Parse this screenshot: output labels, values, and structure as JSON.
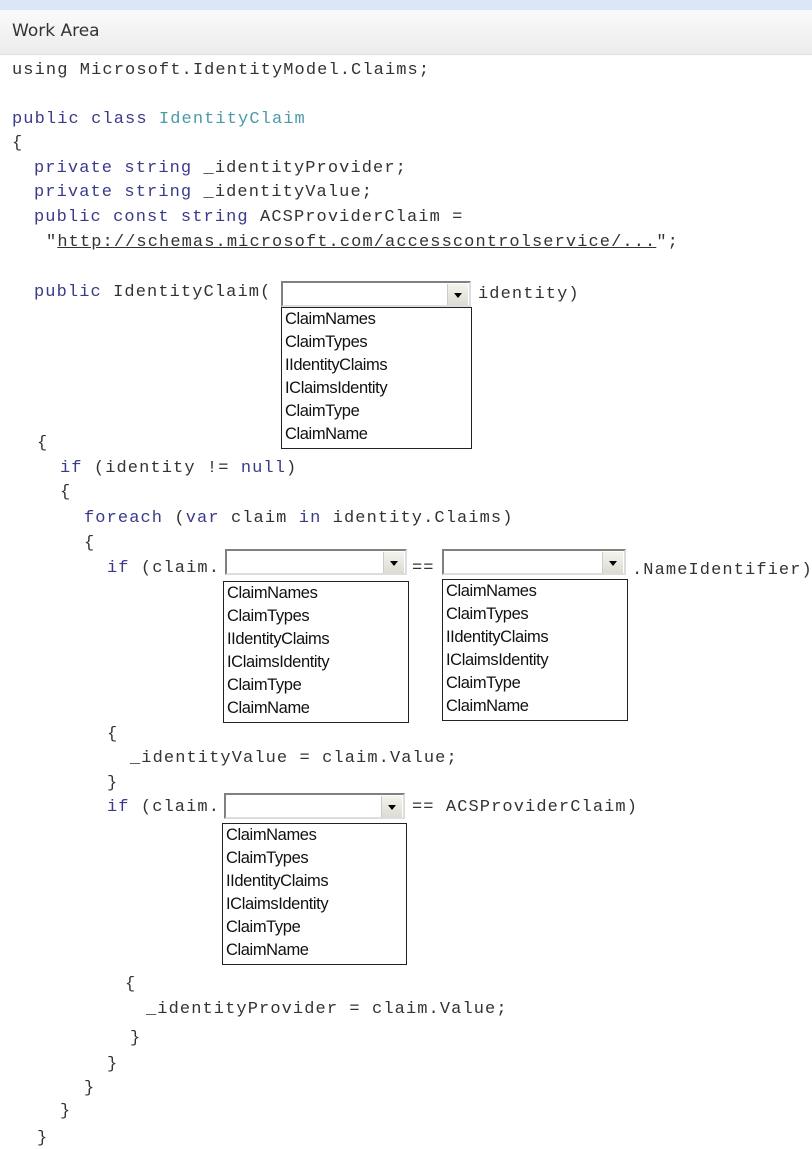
{
  "header": {
    "title": "Work Area"
  },
  "code": [
    [
      [
        "txt",
        "using Microsoft.IdentityModel.Claims;"
      ]
    ],
    [
      [
        "kw",
        "public class "
      ],
      [
        "cls",
        "IdentityClaim"
      ]
    ],
    [
      [
        "txt",
        "{"
      ]
    ],
    [
      [
        "kw",
        "private string "
      ],
      [
        "txt",
        "_identityProvider;"
      ]
    ],
    [
      [
        "kw",
        "private string "
      ],
      [
        "txt",
        "_identityValue;"
      ]
    ],
    [
      [
        "kw",
        "public const string "
      ],
      [
        "txt",
        "ACSProviderClaim ="
      ]
    ],
    [
      [
        "txt",
        "\""
      ],
      [
        "url",
        "http://schemas.microsoft.com/accesscontrolservice/..."
      ],
      [
        "txt",
        "\";"
      ]
    ],
    [
      [
        "kw",
        "public "
      ],
      [
        "txt",
        "IdentityClaim("
      ]
    ],
    [
      [
        "txt",
        "identity)"
      ]
    ],
    [
      [
        "txt",
        "{"
      ]
    ],
    [
      [
        "kw",
        "if "
      ],
      [
        "txt",
        "(identity != "
      ],
      [
        "kw",
        "null"
      ],
      [
        "txt",
        ")"
      ]
    ],
    [
      [
        "txt",
        "{"
      ]
    ],
    [
      [
        "kw",
        "foreach "
      ],
      [
        "txt",
        "("
      ],
      [
        "kw",
        "var "
      ],
      [
        "txt",
        "claim "
      ],
      [
        "kw",
        "in "
      ],
      [
        "txt",
        "identity.Claims)"
      ]
    ],
    [
      [
        "txt",
        "{"
      ]
    ],
    [
      [
        "kw",
        "if "
      ],
      [
        "txt",
        "(claim."
      ]
    ],
    [
      [
        "txt",
        "=="
      ]
    ],
    [
      [
        "txt",
        ".NameIdentifier)"
      ]
    ],
    [
      [
        "txt",
        "{"
      ]
    ],
    [
      [
        "txt",
        "_identityValue = claim.Value;"
      ]
    ],
    [
      [
        "txt",
        "}"
      ]
    ],
    [
      [
        "kw",
        "if "
      ],
      [
        "txt",
        "(claim."
      ]
    ],
    [
      [
        "txt",
        "== ACSProviderClaim)"
      ]
    ],
    [
      [
        "txt",
        "{"
      ]
    ],
    [
      [
        "txt",
        "_identityProvider = claim.Value;"
      ]
    ],
    [
      [
        "txt",
        "}"
      ]
    ],
    [
      [
        "txt",
        "}"
      ]
    ],
    [
      [
        "txt",
        "}"
      ]
    ],
    [
      [
        "txt",
        "}"
      ]
    ],
    [
      [
        "txt",
        "}"
      ]
    ]
  ],
  "dropdowns": [
    {
      "name": "identity-type-dropdown",
      "selected": "",
      "options": [
        "ClaimNames",
        "ClaimTypes",
        "IIdentityClaims",
        "IClaimsIdentity",
        "ClaimType",
        "ClaimName"
      ]
    },
    {
      "name": "claim-property-dropdown-1",
      "selected": "",
      "options": [
        "ClaimNames",
        "ClaimTypes",
        "IIdentityClaims",
        "IClaimsIdentity",
        "ClaimType",
        "ClaimName"
      ]
    },
    {
      "name": "claim-class-dropdown",
      "selected": "",
      "options": [
        "ClaimNames",
        "ClaimTypes",
        "IIdentityClaims",
        "IClaimsIdentity",
        "ClaimType",
        "ClaimName"
      ]
    },
    {
      "name": "claim-property-dropdown-2",
      "selected": "",
      "options": [
        "ClaimNames",
        "ClaimTypes",
        "IIdentityClaims",
        "IClaimsIdentity",
        "ClaimType",
        "ClaimName"
      ]
    }
  ]
}
